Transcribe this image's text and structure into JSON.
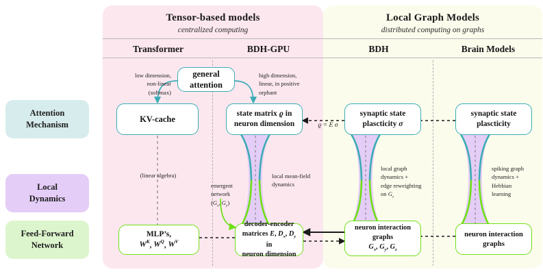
{
  "figure": {
    "title_hidden": "BDH model comparison diagram",
    "colors": {
      "band_tensor_bg": "#fce7ef",
      "band_graph_bg": "#fbfcec",
      "teal_border": "#3aacb4",
      "green_border": "#6ee015",
      "pill_attention_bg": "#d7ecec",
      "pill_local_bg": "#e4cdf6",
      "pill_ff_bg": "#ddf5cd",
      "hourglass_fill": "#e4cdf6",
      "separator": "#b0aeb0",
      "arrow_dark": "#1a1a1a"
    }
  },
  "groups": [
    {
      "title": "Tensor-based models",
      "subtitle": "centralized computing"
    },
    {
      "title": "Local Graph Models",
      "subtitle": "distributed computing on graphs"
    }
  ],
  "columns": [
    {
      "header": "Transformer"
    },
    {
      "header": "BDH-GPU"
    },
    {
      "header": "BDH"
    },
    {
      "header": "Brain Models"
    }
  ],
  "row_labels": [
    {
      "line1": "Attention",
      "line2": "Mechanism"
    },
    {
      "line1": "Local",
      "line2": "Dynamics"
    },
    {
      "line1": "Feed-Forward",
      "line2": "Network"
    }
  ],
  "nodes": {
    "general_attention": {
      "line1": "general",
      "line2": "attention"
    },
    "kv_cache": {
      "line1": "KV-cache"
    },
    "state_matrix": {
      "line1": "state matrix",
      "symbol": "ϱ",
      "line1b": "in",
      "line2": "neuron dimension"
    },
    "synaptic_bdh": {
      "line1": "synaptic state",
      "line2": "plascticity",
      "symbol": "σ"
    },
    "synaptic_brain": {
      "line1": "synaptic state",
      "line2": "plascticity"
    },
    "mlp": {
      "line1": "MLP’s,",
      "line2_wk": "W",
      "line2_wk_sup": "K",
      "line2_wq": "W",
      "line2_wq_sup": "Q",
      "line2_wv": "W",
      "line2_wv_sup": "V"
    },
    "decoder_encoder": {
      "line1": "decoder-encoder",
      "line2": "matrices",
      "line2_syms": "E, D_x, D_y",
      "line2_tail": "in",
      "line3": "neuron dimension"
    },
    "neuron_graphs_bdh": {
      "line1": "neuron interaction",
      "line2": "graphs",
      "line3_syms": "G_x, G_y, G_z"
    },
    "neuron_graphs_brain": {
      "line1": "neuron interaction",
      "line2": "graphs"
    }
  },
  "annotations": {
    "left_attention": "low dimension,\nnon-linear\n(softmax)",
    "right_attention": "high dimension,\nlinear, in positive\norphant",
    "rho_equation": "ϱ = E σ",
    "linear_algebra": "(linear algebra)",
    "emergent_network": "emergent\nnetwork\n(G_x, G_y)",
    "local_mean_field": "local mean-field\ndynamics",
    "local_graph_dynamics": "local graph\ndynamics +\nedge reweighting\non G_z",
    "spiking_graph": "spiking graph\ndynamics +\nHebbian\nlearning"
  }
}
